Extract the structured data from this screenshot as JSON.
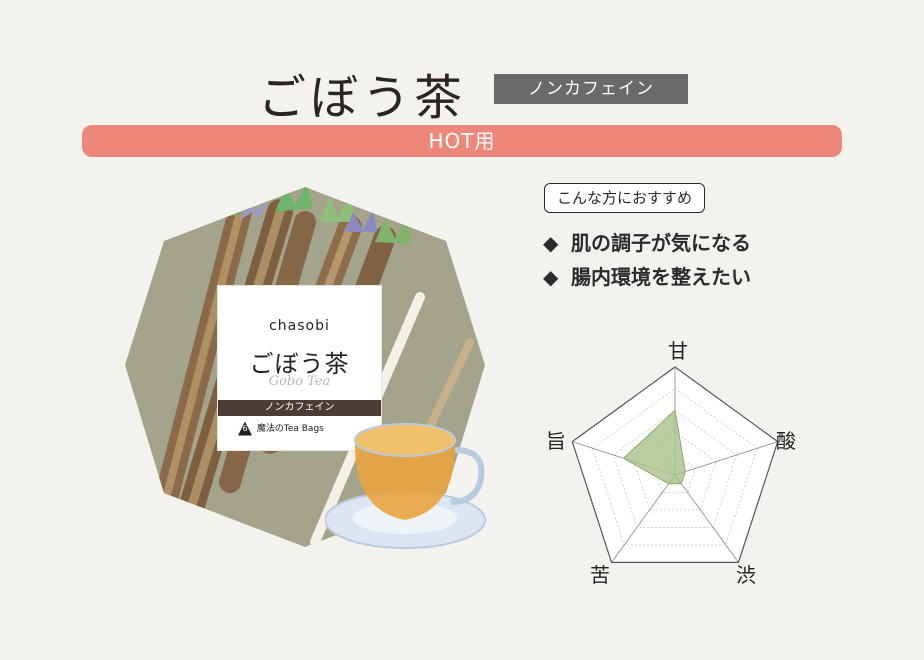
{
  "header": {
    "title": "ごぼう茶",
    "badge": "ノンカフェイン",
    "banner": "HOT用"
  },
  "recommend": {
    "label": "こんな方におすすめ",
    "bullet": "◆",
    "items": [
      "肌の調子が気になる",
      "腸内環境を整えたい"
    ]
  },
  "package": {
    "brand": "chasobi",
    "title": "ごぼう茶",
    "subtitle": "Gobo Tea",
    "strip": "ノンカフェイン",
    "bag_count": "6",
    "bag_text": "魔法のTea Bags"
  },
  "colors": {
    "banner": "#ec877a",
    "badge": "#6a6a6a",
    "illustration_bg": "#a4a48c",
    "radar_fill": "#a9c08a"
  },
  "chart_data": {
    "type": "radar",
    "axes": [
      "甘",
      "酸",
      "渋",
      "苦",
      "旨"
    ],
    "max": 5,
    "values": [
      3,
      0.5,
      0.5,
      0.5,
      2.5
    ]
  }
}
